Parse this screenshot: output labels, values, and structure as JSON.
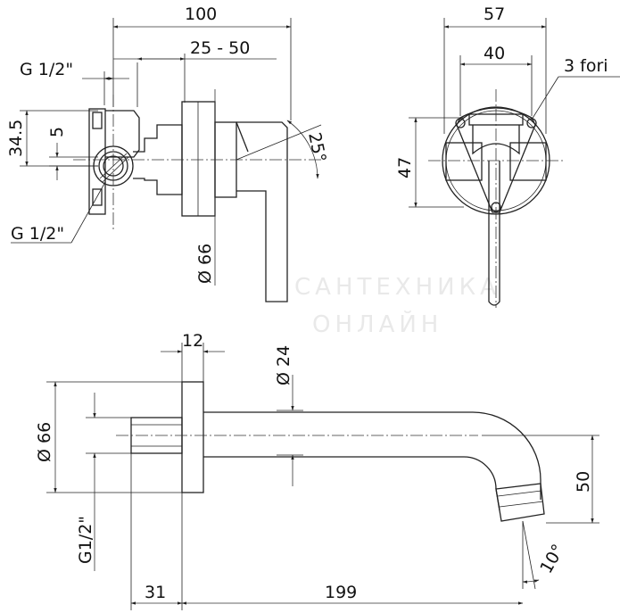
{
  "watermark": {
    "line1": "САНТЕХНИКА",
    "line2": "ОНЛАЙН"
  },
  "top_left_view": {
    "dim_overall_length": "100",
    "dim_insertion_range": "25 - 50",
    "dim_inlet_thread_top": "G 1/2\"",
    "dim_inlet_thread_bottom": "G 1/2\"",
    "dim_height": "34.5",
    "dim_offset": "5",
    "dim_plate_diameter": "Ø 66",
    "dim_lever_angle": "25°"
  },
  "top_right_view": {
    "dim_overall_width": "57",
    "dim_hole_spacing": "40",
    "dim_height": "47",
    "label_holes": "3 fori"
  },
  "bottom_view": {
    "dim_plate_thickness": "12",
    "dim_spout_diameter": "Ø 24",
    "dim_plate_diameter": "Ø 66",
    "dim_inlet_thread": "G1/2\"",
    "dim_drop": "50",
    "dim_outlet_angle": "10°",
    "dim_connector_length": "31",
    "dim_spout_length": "199"
  }
}
